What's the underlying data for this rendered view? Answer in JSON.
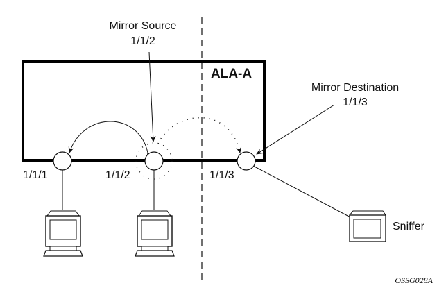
{
  "diagram": {
    "title": "Port mirroring on ALA-A",
    "node": {
      "name": "ALA-A"
    },
    "ports": [
      {
        "id": "1/1/1",
        "label": "1/1/1"
      },
      {
        "id": "1/1/2",
        "label": "1/1/2"
      },
      {
        "id": "1/1/3",
        "label": "1/1/3"
      }
    ],
    "callouts": {
      "source": {
        "title": "Mirror Source",
        "port": "1/1/2"
      },
      "destination": {
        "title": "Mirror Destination",
        "port": "1/1/3"
      }
    },
    "devices": [
      {
        "type": "workstation",
        "port": "1/1/1"
      },
      {
        "type": "workstation",
        "port": "1/1/2"
      },
      {
        "type": "sniffer",
        "port": "1/1/3",
        "label": "Sniffer"
      }
    ],
    "figure_id": "OSSG028A",
    "colors": {
      "line": "#111111",
      "background": "#ffffff"
    }
  }
}
